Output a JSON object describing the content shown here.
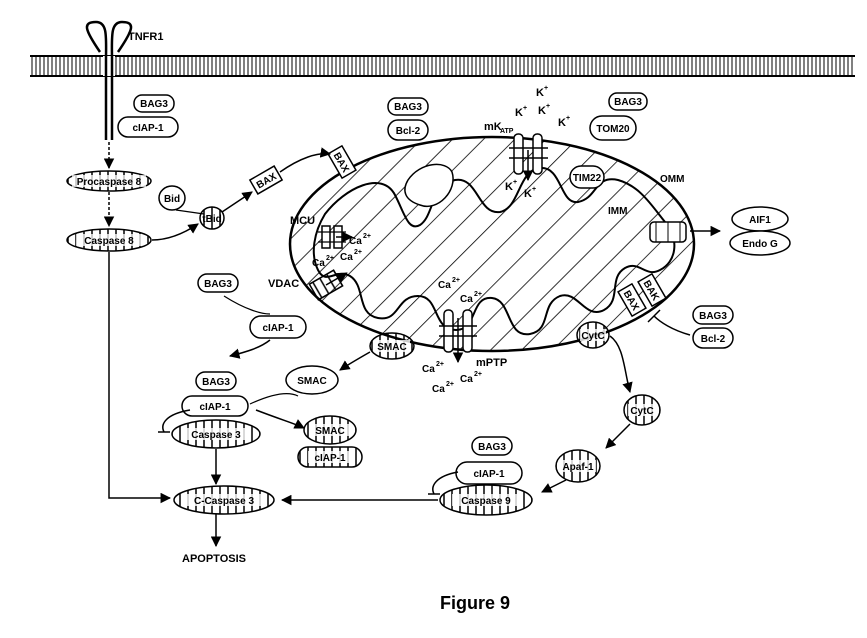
{
  "figure": {
    "caption": "Figure 9",
    "receptor": "TNFR1",
    "labels": {
      "bag3": "BAG3",
      "ciap1": "cIAP-1",
      "bcl2": "Bcl-2",
      "tom20": "TOM20",
      "tim22": "TIM22",
      "procaspase8": "Procaspase 8",
      "caspase8": "Caspase 8",
      "bid": "Bid",
      "tbid": "tBid",
      "bax": "BAX",
      "bak": "BAK",
      "mcu": "MCU",
      "vdac": "VDAC",
      "mkatp_base": "mK",
      "mkatp_sub": "ATP",
      "omm": "OMM",
      "imm": "IMM",
      "aif1": "AIF1",
      "endog": "Endo G",
      "smac": "SMAC",
      "caspase3": "Caspase 3",
      "ccaspase3": "C-Caspase 3",
      "caspase9": "Caspase 9",
      "cytc": "CytC",
      "apaf1": "Apaf-1",
      "mptp": "mPTP",
      "apoptosis": "APOPTOSIS",
      "k_base": "K",
      "k_sup": "+",
      "ca_base": "Ca",
      "ca_sup": "2+"
    }
  }
}
